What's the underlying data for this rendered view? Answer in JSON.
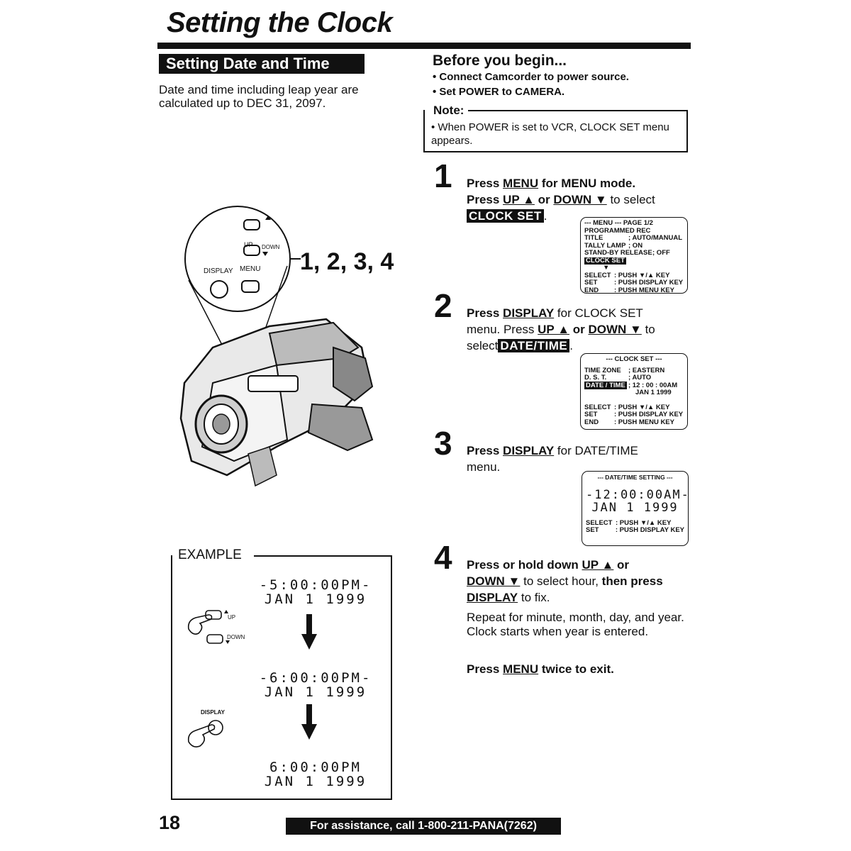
{
  "page": {
    "title": "Setting the Clock",
    "section_heading": "Setting Date and Time",
    "intro_text": "Date and time including leap year are calculated up to DEC 31, 2097.",
    "page_number": "18",
    "footer_text": "For assistance, call 1-800-211-PANA(7262)"
  },
  "before": {
    "title": "Before you begin...",
    "items": [
      "• Connect Camcorder to power source.",
      "• Set POWER to CAMERA."
    ]
  },
  "note": {
    "label": "Note:",
    "text": "• When POWER is set to VCR, CLOCK SET menu appears."
  },
  "camera": {
    "up_label": "UP",
    "down_label": "DOWN",
    "display_label": "DISPLAY",
    "menu_label": "MENU",
    "callout": "1, 2, 3, 4"
  },
  "steps": [
    {
      "num": "1",
      "parts": [
        "Press ",
        "MENU",
        " for MENU mode.",
        "Press ",
        "UP ▲",
        " or ",
        "DOWN ▼",
        " to select",
        "CLOCK SET",
        "."
      ]
    },
    {
      "num": "2",
      "parts": [
        "Press ",
        "DISPLAY",
        " for CLOCK SET",
        "menu. Press ",
        "UP ▲",
        " or ",
        "DOWN ▼",
        " to",
        "select",
        "DATE/TIME",
        "."
      ]
    },
    {
      "num": "3",
      "parts": [
        "Press ",
        "DISPLAY",
        " for DATE/TIME",
        "menu."
      ]
    },
    {
      "num": "4",
      "parts": [
        "Press or hold down ",
        "UP ▲",
        " or",
        "DOWN ▼",
        " to select hour, ",
        "then press",
        "DISPLAY",
        " to fix."
      ],
      "extra": "Repeat for minute, month, day, and year. Clock starts when year is entered.",
      "exit_parts": [
        "Press ",
        "MENU",
        " twice to exit."
      ]
    }
  ],
  "lcd_menu": {
    "header": "--- MENU ---   PAGE 1/2",
    "rows": [
      [
        "PROGRAMMED REC",
        ""
      ],
      [
        "TITLE",
        "; AUTO/MANUAL"
      ],
      [
        "TALLY LAMP",
        "; ON"
      ],
      [
        "STAND-BY RELEASE",
        "; OFF"
      ]
    ],
    "highlight": "CLOCK SET",
    "arrow": "▼",
    "footer": [
      [
        "SELECT",
        ": PUSH ▼/▲ KEY"
      ],
      [
        "SET",
        ": PUSH DISPLAY KEY"
      ],
      [
        "END",
        ": PUSH MENU KEY"
      ]
    ]
  },
  "lcd_clock": {
    "header": "--- CLOCK SET ---",
    "rows": [
      [
        "TIME ZONE",
        "; EASTERN"
      ],
      [
        "D. S. T.",
        "; AUTO"
      ]
    ],
    "highlight": "DATE / TIME",
    "highlight_value": "; 12 : 00 : 00AM",
    "date_value": "JAN  1  1999",
    "footer": [
      [
        "SELECT",
        ": PUSH ▼/▲ KEY"
      ],
      [
        "SET",
        ": PUSH DISPLAY KEY"
      ],
      [
        "END",
        ": PUSH MENU KEY"
      ]
    ]
  },
  "lcd_datetime": {
    "header": "--- DATE/TIME SETTING ---",
    "time": "-12:00:00AM-",
    "date": "JAN  1 1999",
    "footer": [
      [
        "SELECT",
        ": PUSH ▼/▲ KEY"
      ],
      [
        "SET",
        ": PUSH DISPLAY KEY"
      ]
    ]
  },
  "example": {
    "label": "EXAMPLE",
    "up_label": "UP",
    "down_label": "DOWN",
    "display_label": "DISPLAY",
    "screens": [
      {
        "time": "-5:00:00PM-",
        "date": "JAN  1 1999"
      },
      {
        "time": "-6:00:00PM-",
        "date": "JAN  1 1999"
      },
      {
        "time": "6:00:00PM",
        "date": "JAN  1 1999"
      }
    ]
  }
}
